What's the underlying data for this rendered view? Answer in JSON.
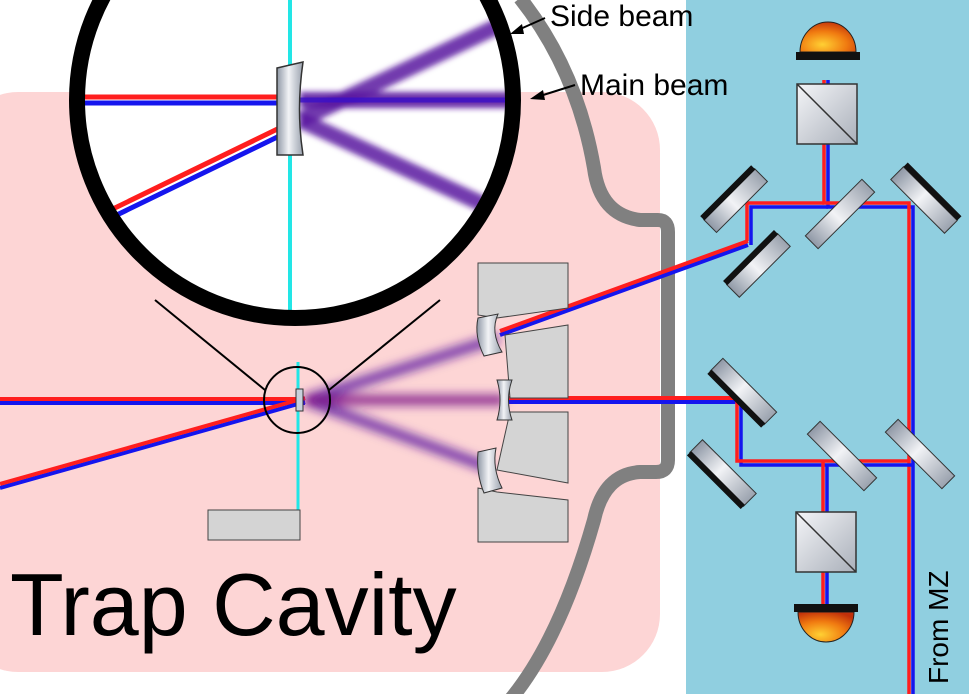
{
  "labels": {
    "side_beam": "Side beam",
    "main_beam": "Main beam",
    "title": "Trap Cavity",
    "from_mz": "From MZ"
  },
  "colors": {
    "trap_region": "#fdd5d5",
    "optical_table": "#90cfe0",
    "beam_red": "#ff1e1e",
    "beam_blue": "#1515ee",
    "beam_purple": "#5a14a0",
    "axis_cyan": "#22e6e6",
    "chamber_wall": "#808080",
    "part_gray": "#d4d4d4",
    "mirror_dark": "#111111"
  }
}
